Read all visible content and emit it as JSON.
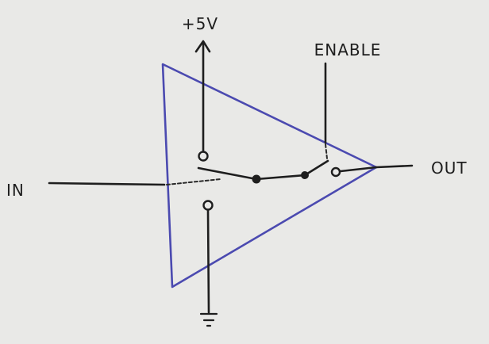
{
  "labels": {
    "supply": "+5V",
    "enable": "ENABLE",
    "input": "IN",
    "output": "OUT"
  },
  "colors": {
    "background": "#e9e9e7",
    "ink": "#1e1e1e",
    "buffer_outline": "#4b4ab0"
  },
  "icons": [
    "buffer-triangle",
    "switch",
    "ground-symbol",
    "arrow-up"
  ]
}
